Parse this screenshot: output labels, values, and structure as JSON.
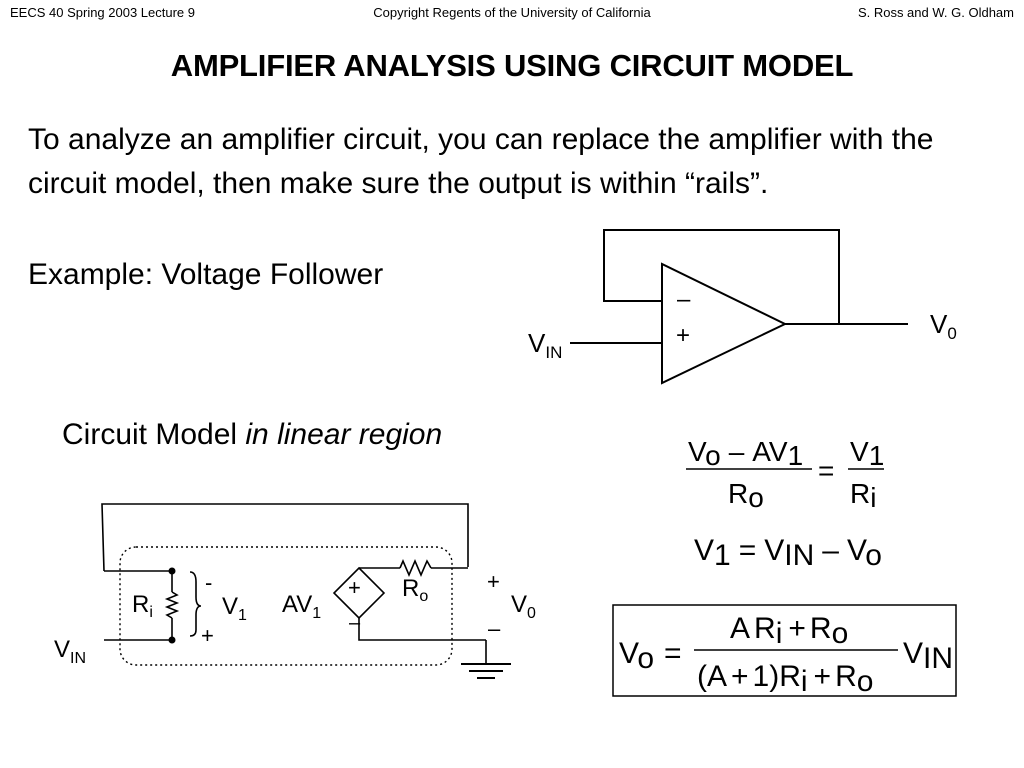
{
  "header": {
    "left": "EECS 40 Spring 2003 Lecture 9",
    "center": "Copyright Regents of the University of California",
    "right": "S. Ross and W. G. Oldham"
  },
  "slide": {
    "title": "AMPLIFIER ANALYSIS USING CIRCUIT MODEL",
    "intro": "To analyze an amplifier circuit, you can replace the amplifier with the circuit model, then make sure the output is within “rails”.",
    "example": "Example:  Voltage Follower",
    "model_caption_plain": "Circuit Model ",
    "model_caption_italic": "in linear region"
  },
  "opamp": {
    "minus": "–",
    "plus": "+",
    "v0_base": "V",
    "v0_sub": "0",
    "vin_base": "V",
    "vin_sub": "IN"
  },
  "model": {
    "minus_top": "-",
    "plus_bottom": "+",
    "ri_base": "R",
    "ri_sub": "i",
    "v1_base": "V",
    "v1_sub": "1",
    "av1_base": "AV",
    "av1_sub": "1",
    "src_plus": "+",
    "src_minus": "–",
    "ro_base": "R",
    "ro_sub": "o",
    "out_plus": "+",
    "out_minus": "–",
    "v0_base": "V",
    "v0_sub": "0",
    "vin_base": "V",
    "vin_sub": "IN"
  },
  "equations": {
    "eq1_num_a": "V",
    "eq1_num_a_sub": "o",
    "eq1_num_op": "–",
    "eq1_num_b": "AV",
    "eq1_num_b_sub": "1",
    "eq1_den": "R",
    "eq1_den_sub": "o",
    "eq1_eq": "=",
    "eq1_rhs_num": "V",
    "eq1_rhs_num_sub": "1",
    "eq1_rhs_den": "R",
    "eq1_rhs_den_sub": "i",
    "eq2_a": "V",
    "eq2_a_sub": "1",
    "eq2_eq": "=",
    "eq2_b": "V",
    "eq2_b_sub": "IN",
    "eq2_op": "–",
    "eq2_c": "V",
    "eq2_c_sub": "o",
    "eq3_lhs": "V",
    "eq3_lhs_sub": "o",
    "eq3_eq": "=",
    "eq3_num_a": "A",
    "eq3_num_b": "R",
    "eq3_num_b_sub": "i",
    "eq3_num_op": "+",
    "eq3_num_c": "R",
    "eq3_num_c_sub": "o",
    "eq3_den_a": "(A",
    "eq3_den_op1": "+",
    "eq3_den_b": "1)R",
    "eq3_den_b_sub": "i",
    "eq3_den_op2": "+",
    "eq3_den_c": "R",
    "eq3_den_c_sub": "o",
    "eq3_rhs": "V",
    "eq3_rhs_sub": "IN"
  }
}
